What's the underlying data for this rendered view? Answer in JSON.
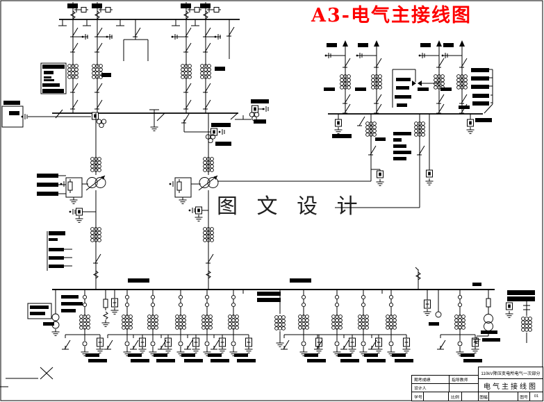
{
  "page": {
    "title": "A3-电气主接线图",
    "watermark": "图 文 设 计"
  },
  "title_block": {
    "project": "110kV降压变电所电气一次部分",
    "drawing_name": "电气主接线图",
    "grade_label": "期考成绩",
    "teacher_label": "指导教师",
    "designer_label": "设计人",
    "student_no_label": "学号",
    "scale_label": "比例",
    "sheet_label": "图幅",
    "number_label": "图号",
    "number_value": "01"
  }
}
